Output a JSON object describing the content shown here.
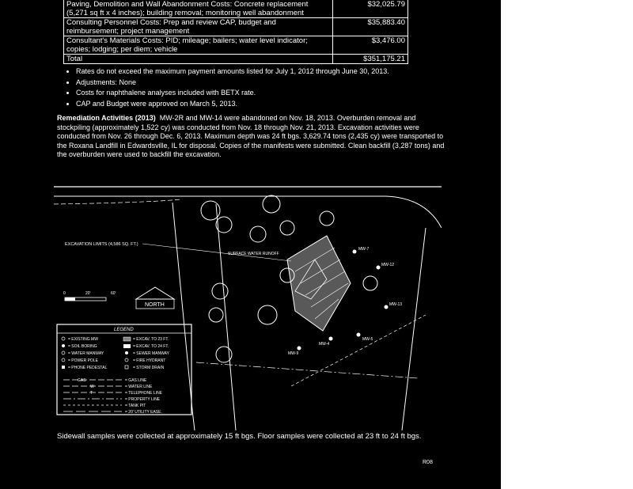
{
  "cost_table": {
    "rows": [
      {
        "desc": "Paving, Demolition and Wall Abandonment Costs: Concrete replacement (5,271 sq ft x 4 inches); building removal; monitoring well abandonment",
        "amount": "$32,025.79"
      },
      {
        "desc": "Consulting Personnel Costs: Prep and review CAP, budget and reimbursement; project management",
        "amount": "$35,883.40"
      },
      {
        "desc": "Consultant's Materials Costs: PID; mileage; bailers; water level indicator; copies; lodging; per diem; vehicle",
        "amount": "$3,476.00"
      },
      {
        "desc": "Total",
        "amount": "$351,175.21"
      }
    ]
  },
  "bullets": [
    "Rates do not exceed the maximum payment amounts listed for July 1, 2012 through June 30, 2013.",
    "Adjustments: None",
    "Costs for naphthalene analyses included with BETX rate.",
    "CAP and Budget were approved on March 5, 2013."
  ],
  "remediation": {
    "heading": "Remediation Activities (2013)",
    "text": "MW-2R and MW-14 were abandoned on Nov. 18, 2013. Overburden removal and stockpiling (approximately 1,522 cy) was conducted from Nov. 18 through Nov. 21, 2013. Excavation activities were conducted from Nov. 26 through Dec. 6, 2013. Maximum depth was 24 ft bgs. 3,629.74 tons (2,435 cy) were transported to the Roxana Landfill in Edwardsville, IL for disposal. Copies of the manifests were submitted. Clean backfill (3,287 tons) and the overburden were used to backfill the excavation."
  },
  "map": {
    "excavation_limits": "EXCAVATION LIMITS (4,586 SQ. FT.)",
    "surface_water_runoff": "SURFACE WATER RUNOFF",
    "north": "NORTH",
    "scale_labels": [
      "0",
      "20'",
      "60'"
    ],
    "legend": {
      "title": "LEGEND",
      "items": [
        "= EXISTING MW",
        "= EXCAV. TO 23 FT.",
        "= SOIL BORING",
        "= EXCAV. TO 24 FT.",
        "= WATER MANWAY",
        "= SEWER MANWAY",
        "= POWER POLE",
        "= FIRE HYDRANT",
        "= PHONE PEDESTAL",
        "= STORM DRAIN"
      ],
      "line_items": [
        "= GAS LINE",
        "= WATER LINE",
        "= TELEPHONE LINE",
        "= PROPERTY LINE",
        "= TANK PIT",
        "= 20' UTILITY EASE."
      ],
      "line_codes": [
        "GAS",
        "W",
        "T",
        "",
        "",
        ""
      ]
    },
    "well_labels": [
      "MW-7",
      "MW-12",
      "MW-13",
      "MW-4",
      "MW-5",
      "MW-9"
    ]
  },
  "caption": "Sidewall samples were collected at approximately 15 ft bgs. Floor samples were collected at 23 ft to 24 ft bgs.",
  "page_no": "R08"
}
